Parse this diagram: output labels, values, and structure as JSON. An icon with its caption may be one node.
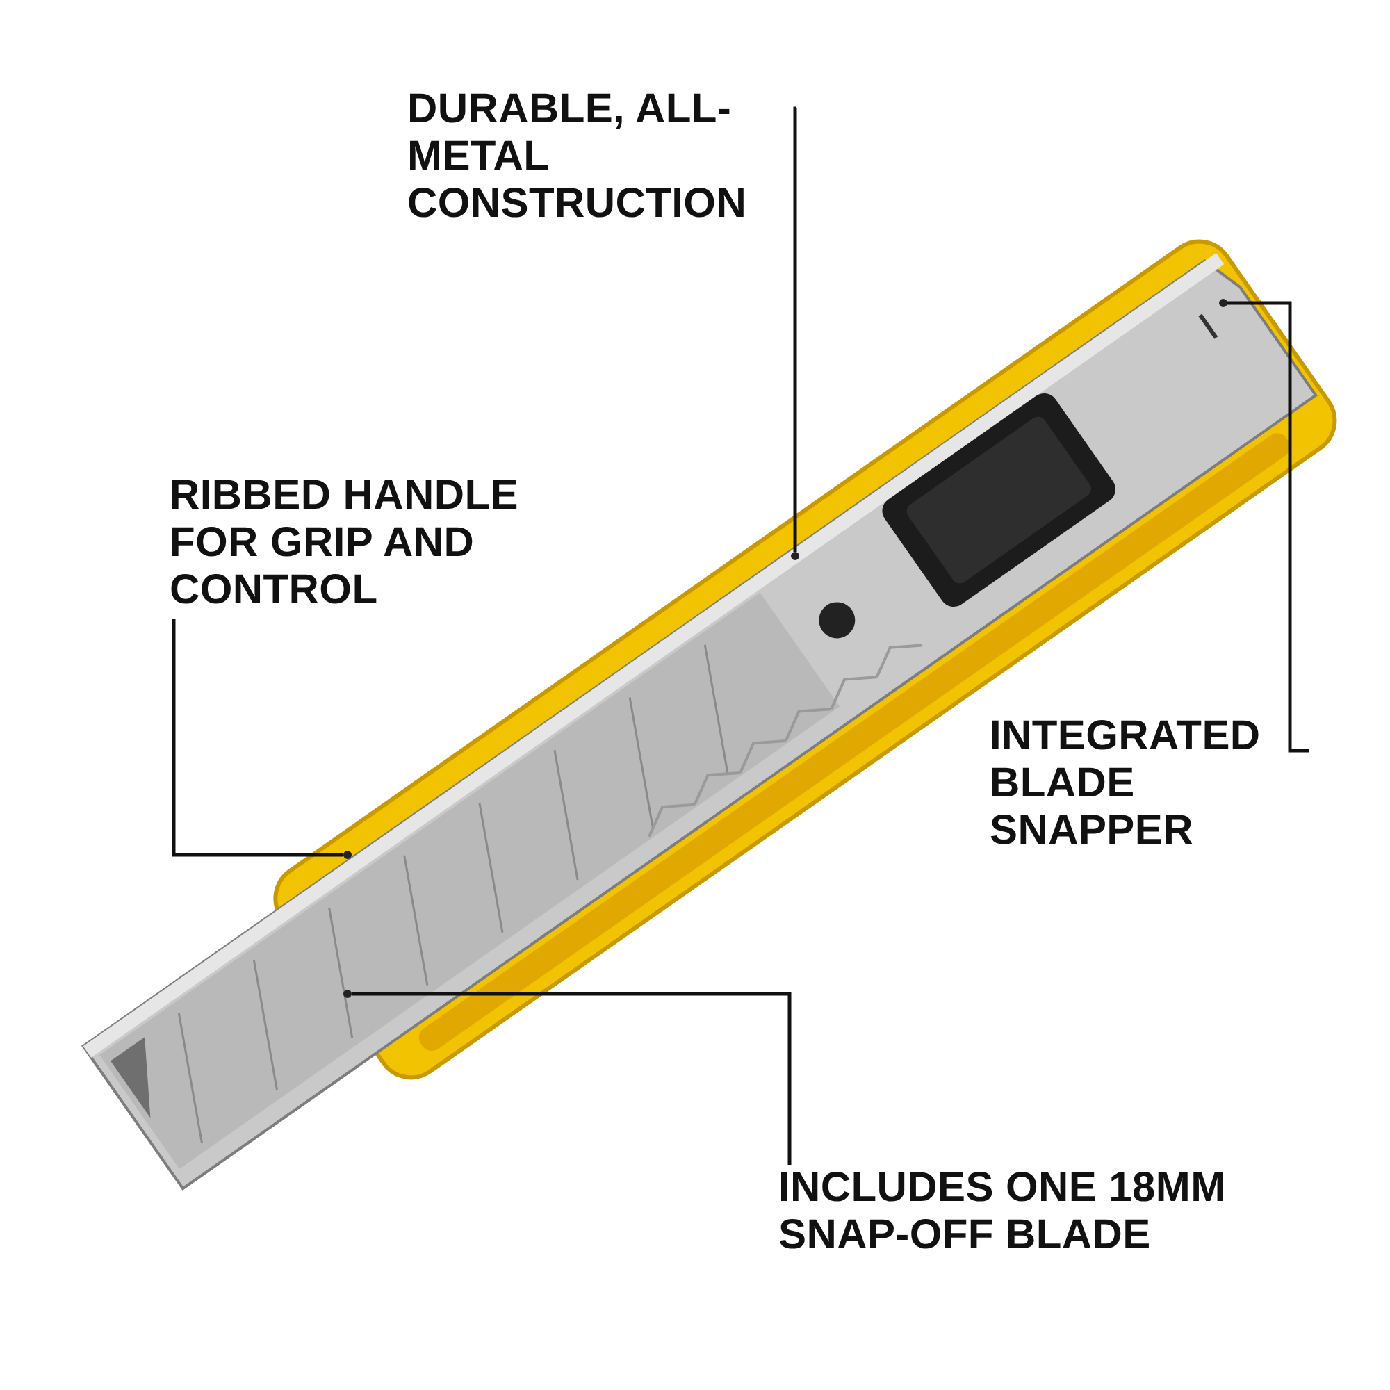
{
  "diagram": {
    "nodes": [
      {
        "text": [
          "DURABLE, ALL-METAL CONSTRUCTION"
        ]
      },
      {
        "text": [
          "RIBBED HANDLE FOR GRIP AND CONTROL"
        ]
      },
      {
        "text": [
          "INTEGRATED BLADE SNAPPER"
        ]
      },
      {
        "text": [
          "INCLUDES ONE 18MM SNAP-OFF BLADE"
        ]
      },
      {
        "text": [],
        "shape": "circle"
      },
      {
        "text": [],
        "shape": "circle"
      },
      {
        "text": [],
        "shape": "circle"
      },
      {
        "text": [],
        "shape": "circle"
      }
    ],
    "edges": [
      {
        "from": 0,
        "to": 4,
        "arrow": "none"
      },
      {
        "from": 1,
        "to": 5,
        "arrow": "none"
      },
      {
        "from": 2,
        "to": 6,
        "arrow": "none"
      },
      {
        "from": 3,
        "to": 7,
        "arrow": "none"
      }
    ]
  }
}
